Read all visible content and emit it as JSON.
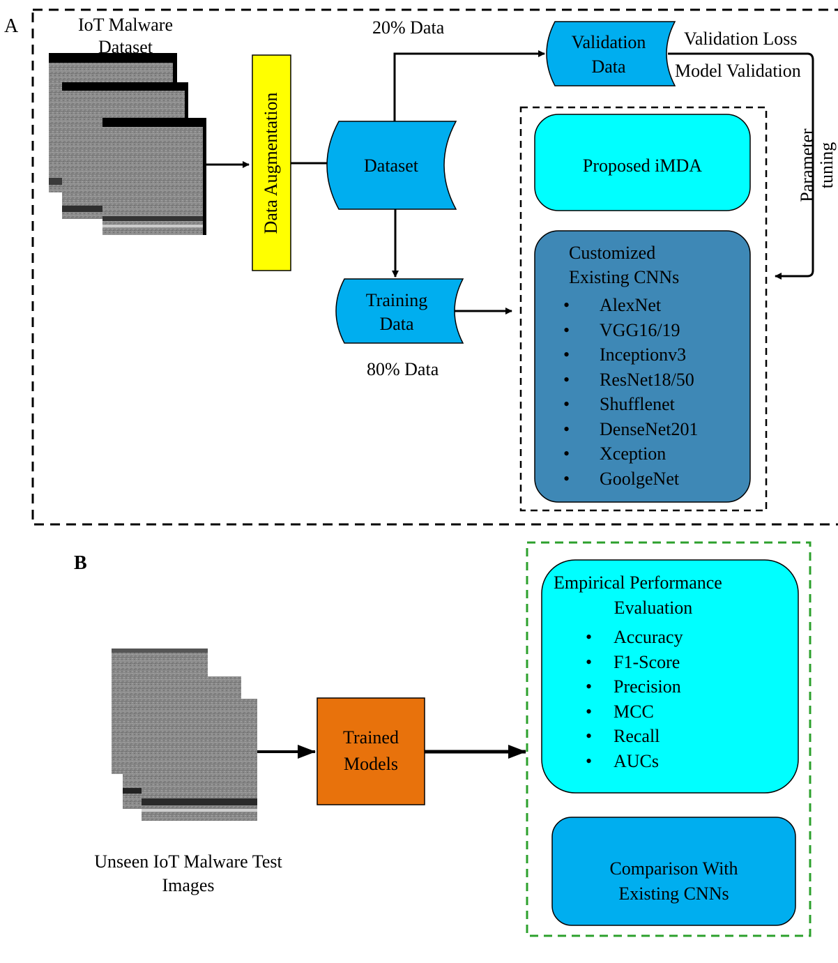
{
  "panel_a": {
    "letter": "A",
    "dataset_label_line1": "IoT Malware",
    "dataset_label_line2": "Dataset",
    "augmentation": "Data Augmentation",
    "dataset": "Dataset",
    "split_validation": "20% Data",
    "split_training": "80% Data",
    "validation_line1": "Validation",
    "validation_line2": "Data",
    "training_line1": "Training",
    "training_line2": "Data",
    "validation_loss": "Validation Loss",
    "model_validation": "Model Validation",
    "parameter_line1": "Parameter",
    "parameter_line2": "tuning",
    "proposed": "Proposed iMDA",
    "customized_line1": "Customized",
    "customized_line2": "Existing CNNs",
    "cnn_list": [
      "AlexNet",
      "VGG16/19",
      "Inceptionv3",
      "ResNet18/50",
      "Shufflenet",
      "DenseNet201",
      "Xception",
      "GoolgeNet"
    ]
  },
  "panel_b": {
    "letter": "B",
    "trained_line1": "Trained",
    "trained_line2": "Models",
    "test_images_line1": "Unseen IoT Malware  Test",
    "test_images_line2": "Images",
    "evaluation_line1": "Empirical Performance",
    "evaluation_line2": "Evaluation",
    "metrics": [
      "Accuracy",
      "F1-Score",
      "Precision",
      "MCC",
      "Recall",
      "AUCs"
    ],
    "comparison_line1": "Comparison With",
    "comparison_line2": "Existing CNNs"
  },
  "colors": {
    "augmentation_fill": "#ffff00",
    "blue_shape": "#00aeef",
    "cyan_box": "#00ffff",
    "steel_box": "#3e88b6",
    "trained_box": "#e8720c",
    "green_border": "#2ca02c"
  }
}
